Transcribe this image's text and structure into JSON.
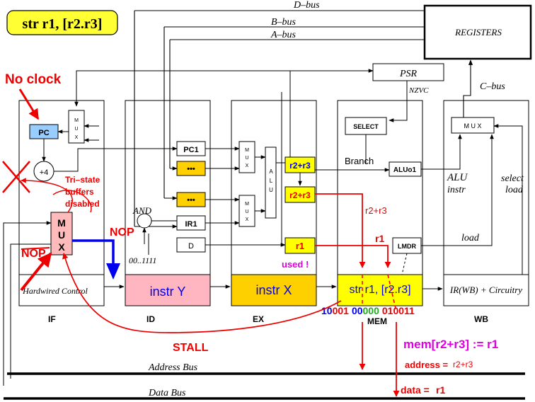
{
  "title": "str r1, [r2.r3]",
  "buses": {
    "d_bus": "D–bus",
    "b_bus": "B–bus",
    "a_bus": "A–bus",
    "c_bus": "C–bus",
    "address_bus": "Address Bus",
    "data_bus": "Data Bus"
  },
  "registers": "REGISTERS",
  "psr": "PSR",
  "nzvc": "NZVC",
  "select": "SELECT",
  "branch": "Branch",
  "aluo1": "ALUo1",
  "lmdr": "LMDR",
  "mux_wb": "M U X",
  "mux_if": [
    "M",
    "U",
    "X"
  ],
  "mux_small": [
    "M",
    "U",
    "X"
  ],
  "alu": [
    "A",
    "L",
    "U"
  ],
  "pc": "PC",
  "plus4": "+4",
  "pc1": "PC1",
  "ir1": "IR1",
  "d_reg": "D",
  "dots": "•••",
  "and_label": "AND",
  "const_label": "00..1111",
  "ex_regs": {
    "rb": "r2+r3",
    "ra": "r2+r3",
    "rd": "r1"
  },
  "used": "used !",
  "mem_labels": {
    "r2r3": "r2+r3",
    "r1": "r1"
  },
  "wb_labels": {
    "alu_instr": [
      "ALU",
      "instr"
    ],
    "select_load": [
      "select",
      "load"
    ],
    "load": "load"
  },
  "stages": {
    "if_ctrl": "Hardwired Control",
    "id_instr": "instr Y",
    "ex_instr": "instr X",
    "mem_instr": "str r1, [r2.r3]",
    "wb_instr": "IR(WB) + Circuitry",
    "names": [
      "IF",
      "ID",
      "EX",
      "MEM",
      "WB"
    ]
  },
  "encoding": {
    "parts": [
      {
        "text": "10",
        "color": "#0000ee"
      },
      {
        "text": "001",
        "color": "#ee0000"
      },
      {
        "text": "00",
        "color": "#0000ee"
      },
      {
        "text": "000",
        "color": "#22aa22"
      },
      {
        "text": "010",
        "color": "#ee0000"
      },
      {
        "text": "011",
        "color": "#ee0000"
      }
    ]
  },
  "annotations": {
    "no_clock": "No clock",
    "tristate": [
      "Tri–state",
      "buffers",
      "disabled"
    ],
    "nop_top": "NOP",
    "nop_left": "NOP",
    "stall": "STALL",
    "mem_op": "mem[r2+r3] := r1",
    "address_prefix": "address =",
    "address_value": "r2+r3",
    "data_prefix": "data =",
    "data_value": "r1"
  },
  "colors": {
    "title_bg": "#ffff33",
    "pc_fill": "#99ccff",
    "mux_if_fill": "#ffbbbb",
    "id_fill": "#ffb6c1",
    "ex_fill": "#ffd000",
    "mem_fill": "#ffff00",
    "reg_yellow": "#ffff00",
    "red": "#ee0000",
    "blue": "#0000ee",
    "magenta": "#dd00dd"
  }
}
